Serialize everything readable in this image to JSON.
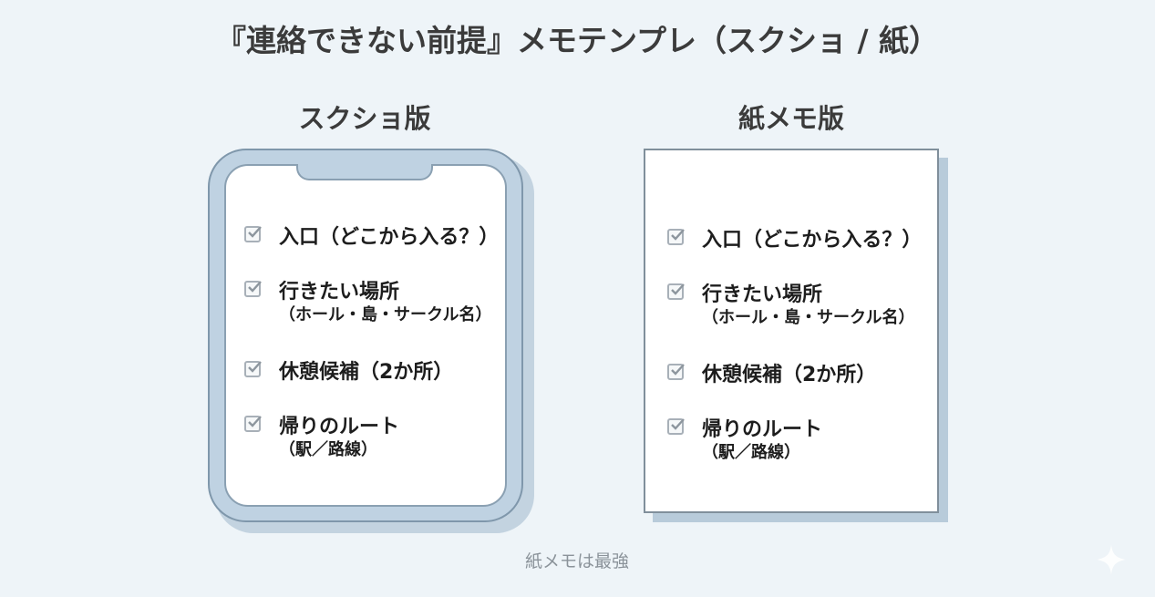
{
  "title": "『連絡できない前提』メモテンプレ（スクショ / 紙）",
  "screenshot_version": {
    "heading": "スクショ版",
    "items": [
      {
        "label": "入口（どこから入る？）",
        "sub": ""
      },
      {
        "label": "行きたい場所",
        "sub": "（ホール・島・サークル名）"
      },
      {
        "label": "休憩候補（2か所）",
        "sub": ""
      },
      {
        "label": "帰りのルート",
        "sub": "（駅／路線）"
      }
    ]
  },
  "paper_version": {
    "heading": "紙メモ版",
    "items": [
      {
        "label": "入口（どこから入る？）",
        "sub": ""
      },
      {
        "label": "行きたい場所",
        "sub": "（ホール・島・サークル名）"
      },
      {
        "label": "休憩候補（2か所）",
        "sub": ""
      },
      {
        "label": "帰りのルート",
        "sub": "（駅／路線）"
      }
    ]
  },
  "caption": "紙メモは最強",
  "icons": {
    "checkbox": "checked-checkbox-icon",
    "sparkle": "sparkle-icon"
  },
  "colors": {
    "background": "#eef4f8",
    "phone_frame": "#bfd2e2",
    "frame_stroke": "#7f97ab",
    "paper_shadow": "#b8cbda",
    "text": "#1d1d1d",
    "caption": "#8b939a"
  }
}
